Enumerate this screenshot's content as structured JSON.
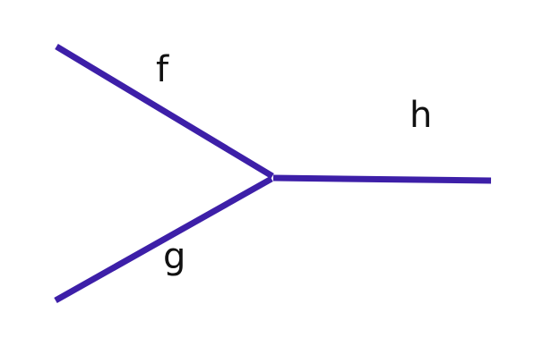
{
  "colors": {
    "edge": "#3d1fa8",
    "label": "#111111",
    "background": "#ffffff"
  },
  "edges": [
    {
      "id": "f",
      "label": "f"
    },
    {
      "id": "g",
      "label": "g"
    },
    {
      "id": "h",
      "label": "h"
    }
  ]
}
